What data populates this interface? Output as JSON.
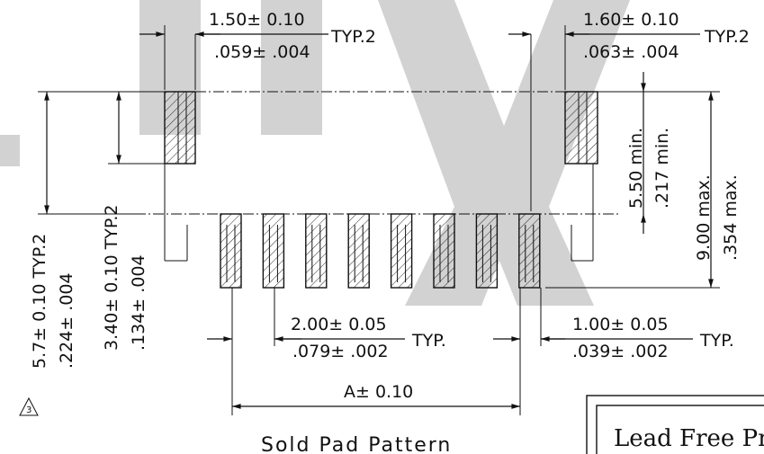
{
  "dimensions": {
    "pad_width_metric": "1.50± 0.10",
    "pad_width_inch": ".059± .004",
    "pad_width_suffix": "TYP.2",
    "right_pad_width_metric": "1.60± 0.10",
    "right_pad_width_inch": ".063± .004",
    "right_pad_width_suffix": "TYP.2",
    "total_height_metric": "5.7± 0.10 TYP.2",
    "total_height_inch": ".224± .004",
    "pad_length_metric": "3.40± 0.10 TYP.2",
    "pad_length_inch": ".134± .004",
    "clearance_metric": "5.50  min.",
    "clearance_inch": ".217  min.",
    "overall_metric": "9.00  max.",
    "overall_inch": ".354  max.",
    "pitch_metric": "2.00± 0.05",
    "pitch_inch": ".079± .002",
    "pitch_suffix": "TYP.",
    "signal_width_metric": "1.00± 0.05",
    "signal_width_inch": ".039± .002",
    "signal_width_suffix": "TYP.",
    "span": "A± 0.10",
    "note_marker": "3"
  },
  "title": "Sold  Pad  Pattern",
  "lead_free_box": "Lead Free Pro",
  "watermark_color": "#d2d2d2",
  "signal_pad_count": 8
}
